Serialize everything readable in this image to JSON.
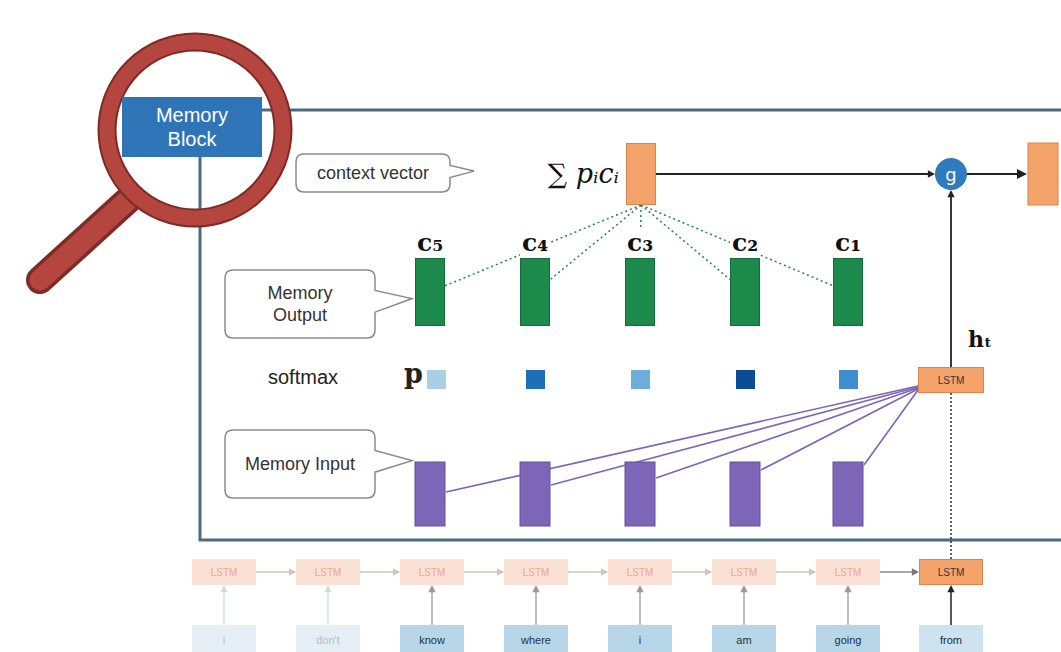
{
  "diagram": {
    "nodes": [
      {
        "text": [
          "Memory Block"
        ]
      },
      {
        "text": [
          "context vector"
        ]
      },
      {
        "text": [
          "∑ pᵢcᵢ"
        ]
      },
      {
        "text": [
          "c₅"
        ]
      },
      {
        "text": [
          "c₄"
        ]
      },
      {
        "text": [
          "c₃"
        ]
      },
      {
        "text": [
          "c₂"
        ]
      },
      {
        "text": [
          "c₁"
        ]
      },
      {
        "text": [
          "Memory Output"
        ]
      },
      {
        "text": [
          "LSTM"
        ]
      },
      {
        "text": [
          "g"
        ]
      },
      {
        "text": [
          "Memory Input"
        ]
      },
      {
        "text": [
          "LSTM"
        ]
      },
      {
        "text": [
          "LSTM"
        ]
      },
      {
        "text": [
          "LSTM"
        ]
      },
      {
        "text": [
          "LSTM"
        ]
      },
      {
        "text": [
          "LSTM"
        ]
      },
      {
        "text": [
          "LSTM"
        ]
      },
      {
        "text": [
          "LSTM"
        ]
      },
      {
        "text": [
          "LSTM"
        ]
      },
      {
        "text": [
          "i"
        ]
      },
      {
        "text": [
          "don't"
        ]
      },
      {
        "text": [
          "know"
        ]
      },
      {
        "text": [
          "where"
        ]
      },
      {
        "text": [
          "i"
        ]
      },
      {
        "text": [
          "am"
        ]
      },
      {
        "text": [
          "going"
        ]
      },
      {
        "text": [
          "from"
        ]
      }
    ],
    "edges": [
      {
        "from": 2,
        "to": 3,
        "arrow": "none"
      },
      {
        "from": 2,
        "to": 4,
        "arrow": "none"
      },
      {
        "from": 2,
        "to": 5,
        "arrow": "none"
      },
      {
        "from": 2,
        "to": 6,
        "arrow": "none"
      },
      {
        "from": 2,
        "to": 7,
        "arrow": "none"
      },
      {
        "from": 2,
        "to": 10,
        "arrow": "to"
      },
      {
        "from": 9,
        "to": 10,
        "label": "hₜ",
        "arrow": "to"
      },
      {
        "from": 19,
        "to": 9,
        "arrow": "none"
      },
      {
        "from": 12,
        "to": 13,
        "arrow": "to"
      },
      {
        "from": 13,
        "to": 14,
        "arrow": "to"
      },
      {
        "from": 14,
        "to": 15,
        "arrow": "to"
      },
      {
        "from": 15,
        "to": 16,
        "arrow": "to"
      },
      {
        "from": 16,
        "to": 17,
        "arrow": "to"
      },
      {
        "from": 17,
        "to": 18,
        "arrow": "to"
      },
      {
        "from": 18,
        "to": 19,
        "arrow": "to"
      },
      {
        "from": 20,
        "to": 12,
        "arrow": "to"
      },
      {
        "from": 21,
        "to": 13,
        "arrow": "to"
      },
      {
        "from": 22,
        "to": 14,
        "arrow": "to"
      },
      {
        "from": 23,
        "to": 15,
        "arrow": "to"
      },
      {
        "from": 24,
        "to": 16,
        "arrow": "to"
      },
      {
        "from": 25,
        "to": 17,
        "arrow": "to"
      },
      {
        "from": 26,
        "to": 18,
        "arrow": "to"
      },
      {
        "from": 27,
        "to": 19,
        "arrow": "to"
      }
    ],
    "labels": [
      "softmax",
      "p"
    ]
  }
}
